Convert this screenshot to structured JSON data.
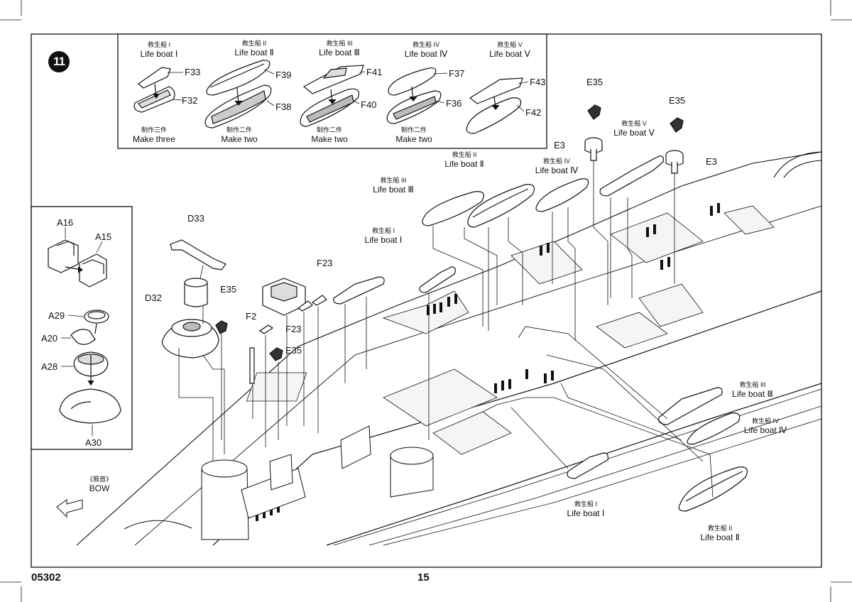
{
  "footer": {
    "kit_number": "05302",
    "page_number": "15"
  },
  "step_number": "11",
  "inset_lifeboats": [
    {
      "cn": "救生船 I",
      "en": "Life boat Ⅰ",
      "top_part": "F33",
      "bottom_part": "F32",
      "qty_cn": "制作三件",
      "qty_en": "Make three"
    },
    {
      "cn": "救生船 II",
      "en": "Life boat Ⅱ",
      "top_part": "F39",
      "bottom_part": "F38",
      "qty_cn": "制作二件",
      "qty_en": "Make two"
    },
    {
      "cn": "救生船 III",
      "en": "Life boat Ⅲ",
      "top_part": "F41",
      "bottom_part": "F40",
      "qty_cn": "制作二件",
      "qty_en": "Make two"
    },
    {
      "cn": "救生船 IV",
      "en": "Life boat Ⅳ",
      "top_part": "F37",
      "bottom_part": "F36",
      "qty_cn": "制作二件",
      "qty_en": "Make two"
    },
    {
      "cn": "救生船 V",
      "en": "Life boat Ⅴ",
      "top_part": "F43",
      "bottom_part": "F42",
      "qty_cn": "",
      "qty_en": ""
    }
  ],
  "inset_left_parts": [
    "A16",
    "A15",
    "A29",
    "A20",
    "A28",
    "A30"
  ],
  "main_parts": {
    "d33": "D33",
    "d32": "D32",
    "e35_a": "E35",
    "e35_b": "E35",
    "e35_c": "E35",
    "e35_d": "E35",
    "f23_a": "F23",
    "f23_b": "F23",
    "f2": "F2",
    "e3_a": "E3",
    "e3_b": "E3"
  },
  "main_boat_labels": {
    "b1_top": {
      "cn": "救生船 I",
      "en": "Life boat Ⅰ"
    },
    "b2_top": {
      "cn": "救生船 II",
      "en": "Life boat Ⅱ"
    },
    "b3_top": {
      "cn": "救生船 III",
      "en": "Life boat Ⅲ"
    },
    "b4_top": {
      "cn": "救生船 IV",
      "en": "Life boat Ⅳ"
    },
    "b5_top": {
      "cn": "救生船 V",
      "en": "Life boat Ⅴ"
    },
    "b3_right": {
      "cn": "救生船 III",
      "en": "Life boat Ⅲ"
    },
    "b4_right": {
      "cn": "救生船 IV",
      "en": "Life boat Ⅳ"
    },
    "b1_bottom": {
      "cn": "救生船 I",
      "en": "Life boat Ⅰ"
    },
    "b2_bottom": {
      "cn": "救生船 II",
      "en": "Life boat Ⅱ"
    }
  },
  "bow": {
    "cn": "《舰首》",
    "en": "BOW"
  }
}
